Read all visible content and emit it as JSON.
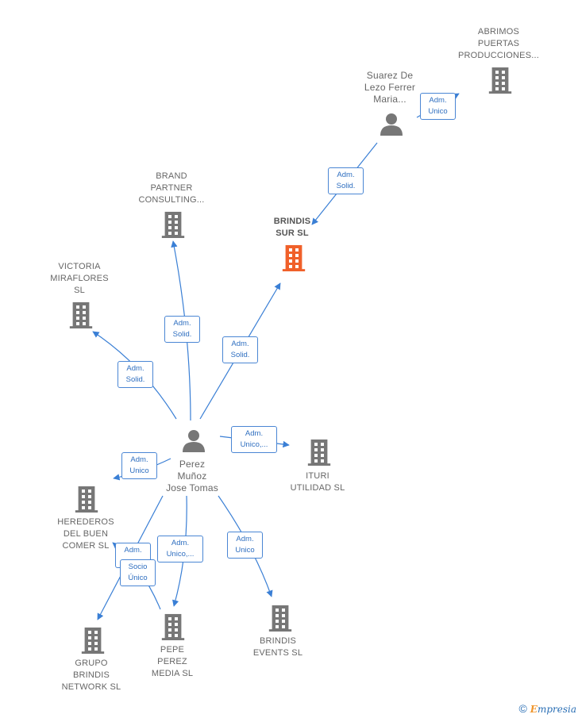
{
  "nodes": {
    "abrimos": {
      "label": "ABRIMOS\nPUERTAS\nPRODUCCIONES...",
      "type": "company"
    },
    "suarez": {
      "label": "Suarez De\nLezo Ferrer\nMaria...",
      "type": "person"
    },
    "brand": {
      "label": "BRAND\nPARTNER\nCONSULTING...",
      "type": "company"
    },
    "brindis_sur": {
      "label": "BRINDIS\nSUR  SL",
      "type": "focus"
    },
    "victoria": {
      "label": "VICTORIA\nMIRAFLORES\nSL",
      "type": "company"
    },
    "perez": {
      "label": "Perez\nMuñoz\nJose Tomas",
      "type": "person"
    },
    "ituri": {
      "label": "ITURI\nUTILIDAD  SL",
      "type": "company"
    },
    "herederos": {
      "label": "HEREDEROS\nDEL BUEN\nCOMER  SL",
      "type": "company"
    },
    "grupo": {
      "label": "GRUPO\nBRINDIS\nNETWORK  SL",
      "type": "company"
    },
    "pepe": {
      "label": "PEPE\nPEREZ\nMEDIA SL",
      "type": "company"
    },
    "brindis_events": {
      "label": "BRINDIS\nEVENTS  SL",
      "type": "company"
    }
  },
  "edges": {
    "suarez_abrimos": "Adm.\nUnico",
    "suarez_brindis_sur": "Adm.\nSolid.",
    "perez_brand": "Adm.\nSolid.",
    "perez_brindis_sur": "Adm.\nSolid.",
    "perez_victoria": "Adm.\nSolid.",
    "perez_ituri": "Adm.\nUnico,...",
    "perez_herederos": "Adm.\nUnico",
    "perez_grupo_adm": "Adm.",
    "perez_grupo_socio": "Socio\nÚnico",
    "perez_pepe": "Adm.\nUnico,...",
    "perez_brindis_events": "Adm.\nUnico"
  },
  "colors": {
    "edge": "#3a7fd5",
    "company_icon": "#777777",
    "focus_icon": "#f0602a",
    "person_icon": "#777777"
  },
  "footer": {
    "copyright": "©",
    "brand_first": "E",
    "brand_rest": "mpresia"
  }
}
